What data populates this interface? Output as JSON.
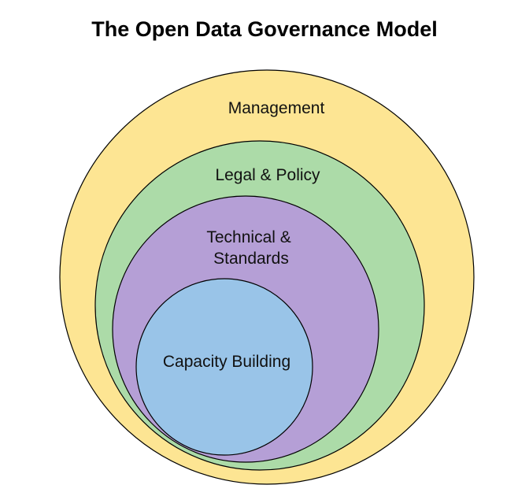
{
  "title": "The Open Data Governance Model",
  "layers": [
    {
      "label_lines": [
        "Management"
      ],
      "color": "#fde593"
    },
    {
      "label_lines": [
        "Legal & Policy"
      ],
      "color": "#acdba8"
    },
    {
      "label_lines": [
        "Technical &",
        "Standards"
      ],
      "color": "#b59fd6"
    },
    {
      "label_lines": [
        "Capacity Building"
      ],
      "color": "#99c4e8"
    }
  ],
  "stroke_color": "#000000"
}
